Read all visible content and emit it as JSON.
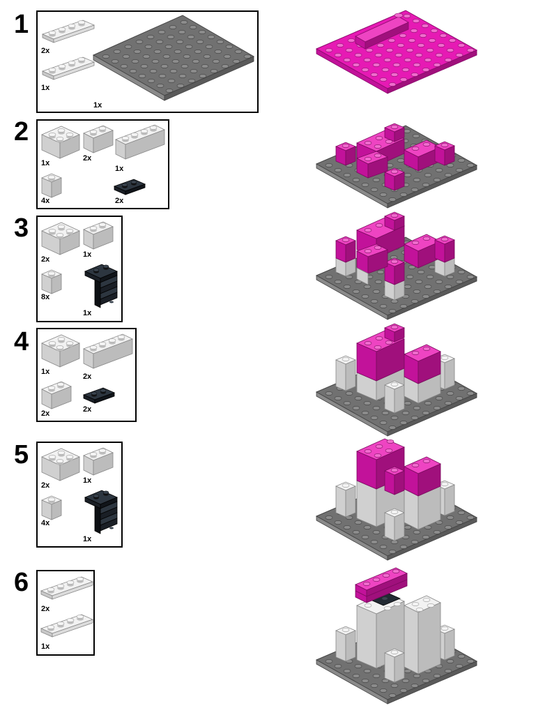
{
  "colors": {
    "magenta": "#e61ab4",
    "magenta_dark": "#a0107c",
    "white_brick": "#e2e2e2",
    "gray_plate": "#6e6e6e",
    "black": "#222a33"
  },
  "steps": [
    {
      "number": "1",
      "parts": [
        {
          "qty": "2x",
          "icon": "white-plate-1x4-icon"
        },
        {
          "qty": "1x",
          "icon": "white-plate-1x4-icon"
        },
        {
          "qty": "1x",
          "icon": "dark-gray-baseplate-8x8-icon"
        }
      ]
    },
    {
      "number": "2",
      "parts": [
        {
          "qty": "1x",
          "icon": "white-brick-2x2-icon"
        },
        {
          "qty": "2x",
          "icon": "white-brick-1x2-icon"
        },
        {
          "qty": "1x",
          "icon": "white-brick-1x4-icon"
        },
        {
          "qty": "4x",
          "icon": "white-brick-1x1-icon"
        },
        {
          "qty": "2x",
          "icon": "black-plate-1x2-icon"
        }
      ]
    },
    {
      "number": "3",
      "parts": [
        {
          "qty": "2x",
          "icon": "white-brick-2x2-icon"
        },
        {
          "qty": "1x",
          "icon": "white-brick-1x2-icon"
        },
        {
          "qty": "8x",
          "icon": "white-brick-1x1-icon"
        },
        {
          "qty": "1x",
          "icon": "black-stairs-icon"
        }
      ]
    },
    {
      "number": "4",
      "parts": [
        {
          "qty": "1x",
          "icon": "white-brick-2x2-icon"
        },
        {
          "qty": "2x",
          "icon": "white-brick-1x4-icon"
        },
        {
          "qty": "2x",
          "icon": "white-brick-1x2-icon"
        },
        {
          "qty": "2x",
          "icon": "black-plate-1x2-icon"
        }
      ]
    },
    {
      "number": "5",
      "parts": [
        {
          "qty": "2x",
          "icon": "white-brick-2x2-icon"
        },
        {
          "qty": "1x",
          "icon": "white-brick-1x2-icon"
        },
        {
          "qty": "4x",
          "icon": "white-brick-1x1-icon"
        },
        {
          "qty": "1x",
          "icon": "black-stairs-icon"
        }
      ]
    },
    {
      "number": "6",
      "parts": [
        {
          "qty": "2x",
          "icon": "white-plate-1x4-icon"
        },
        {
          "qty": "1x",
          "icon": "white-plate-1x4-icon"
        }
      ]
    }
  ]
}
